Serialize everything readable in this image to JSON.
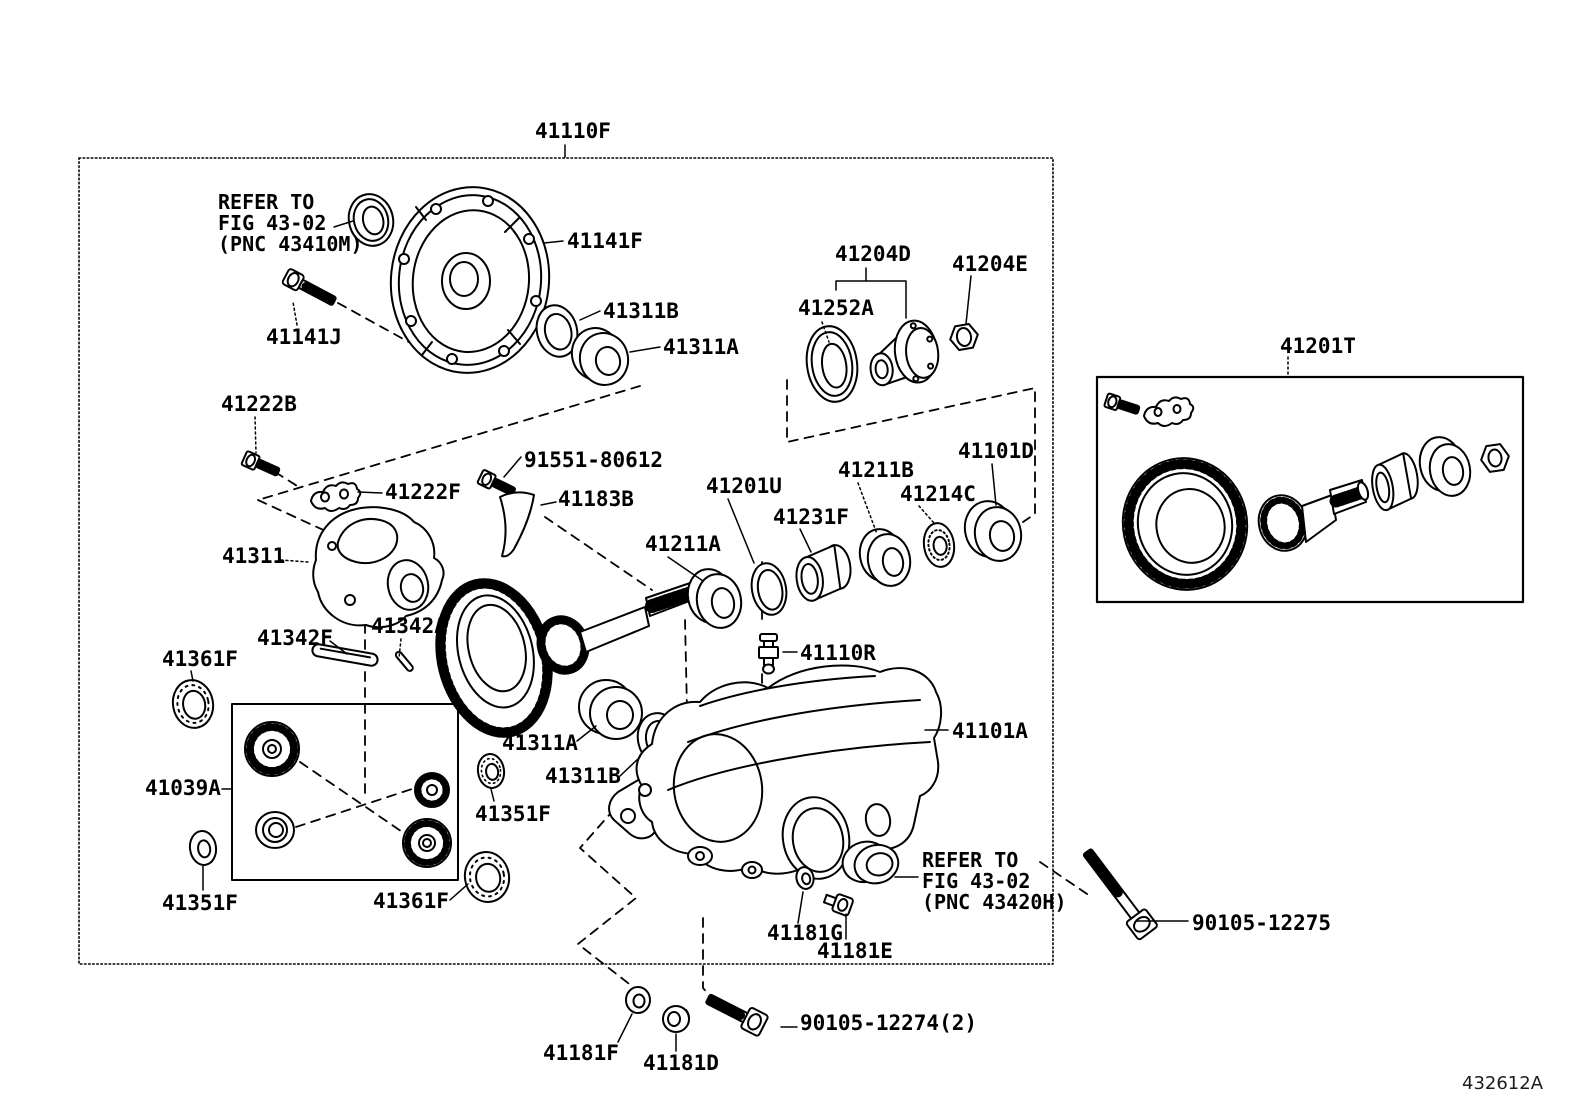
{
  "figure_code": "432612A",
  "colors": {
    "line": "#000000",
    "background": "#ffffff"
  },
  "labels": {
    "41110F": "41110F",
    "41141F": "41141F",
    "41141J": "41141J",
    "41311B": "41311B",
    "41311A": "41311A",
    "41204D": "41204D",
    "41252A": "41252A",
    "41204E": "41204E",
    "41201T": "41201T",
    "41222B": "41222B",
    "41222F": "41222F",
    "91551-80612": "91551-80612",
    "41183B": "41183B",
    "41201U": "41201U",
    "41231F": "41231F",
    "41211B": "41211B",
    "41214C": "41214C",
    "41101D": "41101D",
    "41211A": "41211A",
    "41311": "41311",
    "41342F": "41342F",
    "41342A": "41342A",
    "41361F": "41361F",
    "41110R": "41110R",
    "41101A": "41101A",
    "41039A": "41039A",
    "41351F": "41351F",
    "41181G": "41181G",
    "41181E": "41181E",
    "90105-12275": "90105-12275",
    "41181F": "41181F",
    "41181D": "41181D",
    "90105-12274(2)": "90105-12274(2)"
  },
  "notes": {
    "note1": [
      "REFER TO",
      "FIG 43-02",
      "(PNC 43410M)"
    ],
    "note2": [
      "REFER TO",
      "FIG 43-02",
      "(PNC 43420H)"
    ]
  }
}
